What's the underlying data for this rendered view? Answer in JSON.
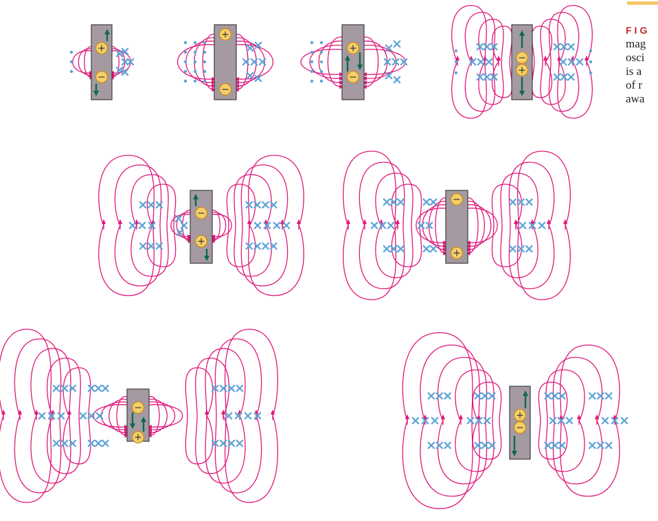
{
  "diagram": {
    "panels": [
      {
        "id": 1,
        "top_charge": "+",
        "bottom_charge": "−",
        "stage": "start"
      },
      {
        "id": 2,
        "top_charge": "+",
        "bottom_charge": "−",
        "stage": "dipole"
      },
      {
        "id": 3,
        "top_charge": "+",
        "bottom_charge": "−",
        "stage": "collapsing"
      },
      {
        "id": 4,
        "top_charge": "−",
        "bottom_charge": "+",
        "stage": "reversed"
      },
      {
        "id": 5,
        "top_charge": "−",
        "bottom_charge": "+",
        "stage": "growing"
      },
      {
        "id": 6,
        "top_charge": "−",
        "bottom_charge": "+",
        "stage": "max"
      },
      {
        "id": 7,
        "top_charge": "−",
        "bottom_charge": "+",
        "stage": "collapsing-2"
      },
      {
        "id": 8,
        "top_charge": "+",
        "bottom_charge": "−",
        "stage": "reversed-2"
      }
    ],
    "colors": {
      "field_line": "#e0167a",
      "dot": "#5ea3d6",
      "cross": "#5ea3d6",
      "antenna": "#a59aa2",
      "antenna_border": "#3c3c3c",
      "charge_fill": "#f4cf6a",
      "charge_border": "#c88a1f",
      "current_arrow": "#0b6b4e",
      "caption_accent": "#f6c66c"
    },
    "icons": [
      "antenna-rod",
      "plus-charge-icon",
      "minus-charge-icon",
      "current-arrow-icon",
      "out-of-page-dot-icon",
      "into-page-cross-icon"
    ]
  },
  "caption": {
    "label": "FIG",
    "lines": [
      "mag",
      "osci",
      "is a",
      "of r",
      "awa"
    ]
  }
}
